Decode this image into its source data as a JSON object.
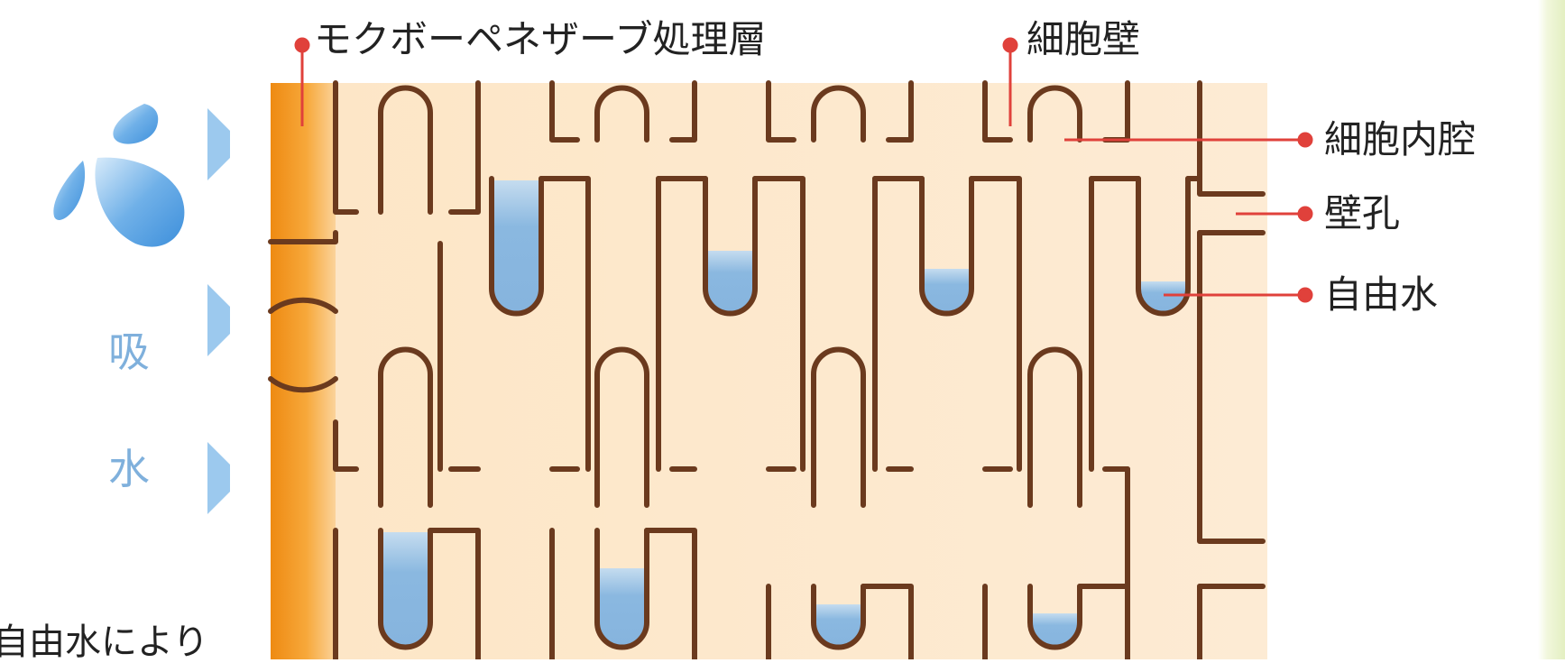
{
  "diagram": {
    "labels": {
      "treatment_layer": "モクボーペネザーブ処理層",
      "cell_wall": "細胞壁",
      "cell_lumen": "細胞内腔",
      "wall_pore": "壁孔",
      "free_water": "自由水",
      "absorption_1": "吸",
      "absorption_2": "水",
      "bottom_caption": "自由水により"
    },
    "icons": [
      "water-drop-icon",
      "arrow-right-icon"
    ],
    "colors": {
      "cell_wall": "#6b3a1e",
      "cell_fill": "#fce9cf",
      "treatment_layer": "#f39a1e",
      "water": "#8ab8e0",
      "pointer": "#e0413b",
      "accent_text": "#7fb0dc"
    }
  }
}
